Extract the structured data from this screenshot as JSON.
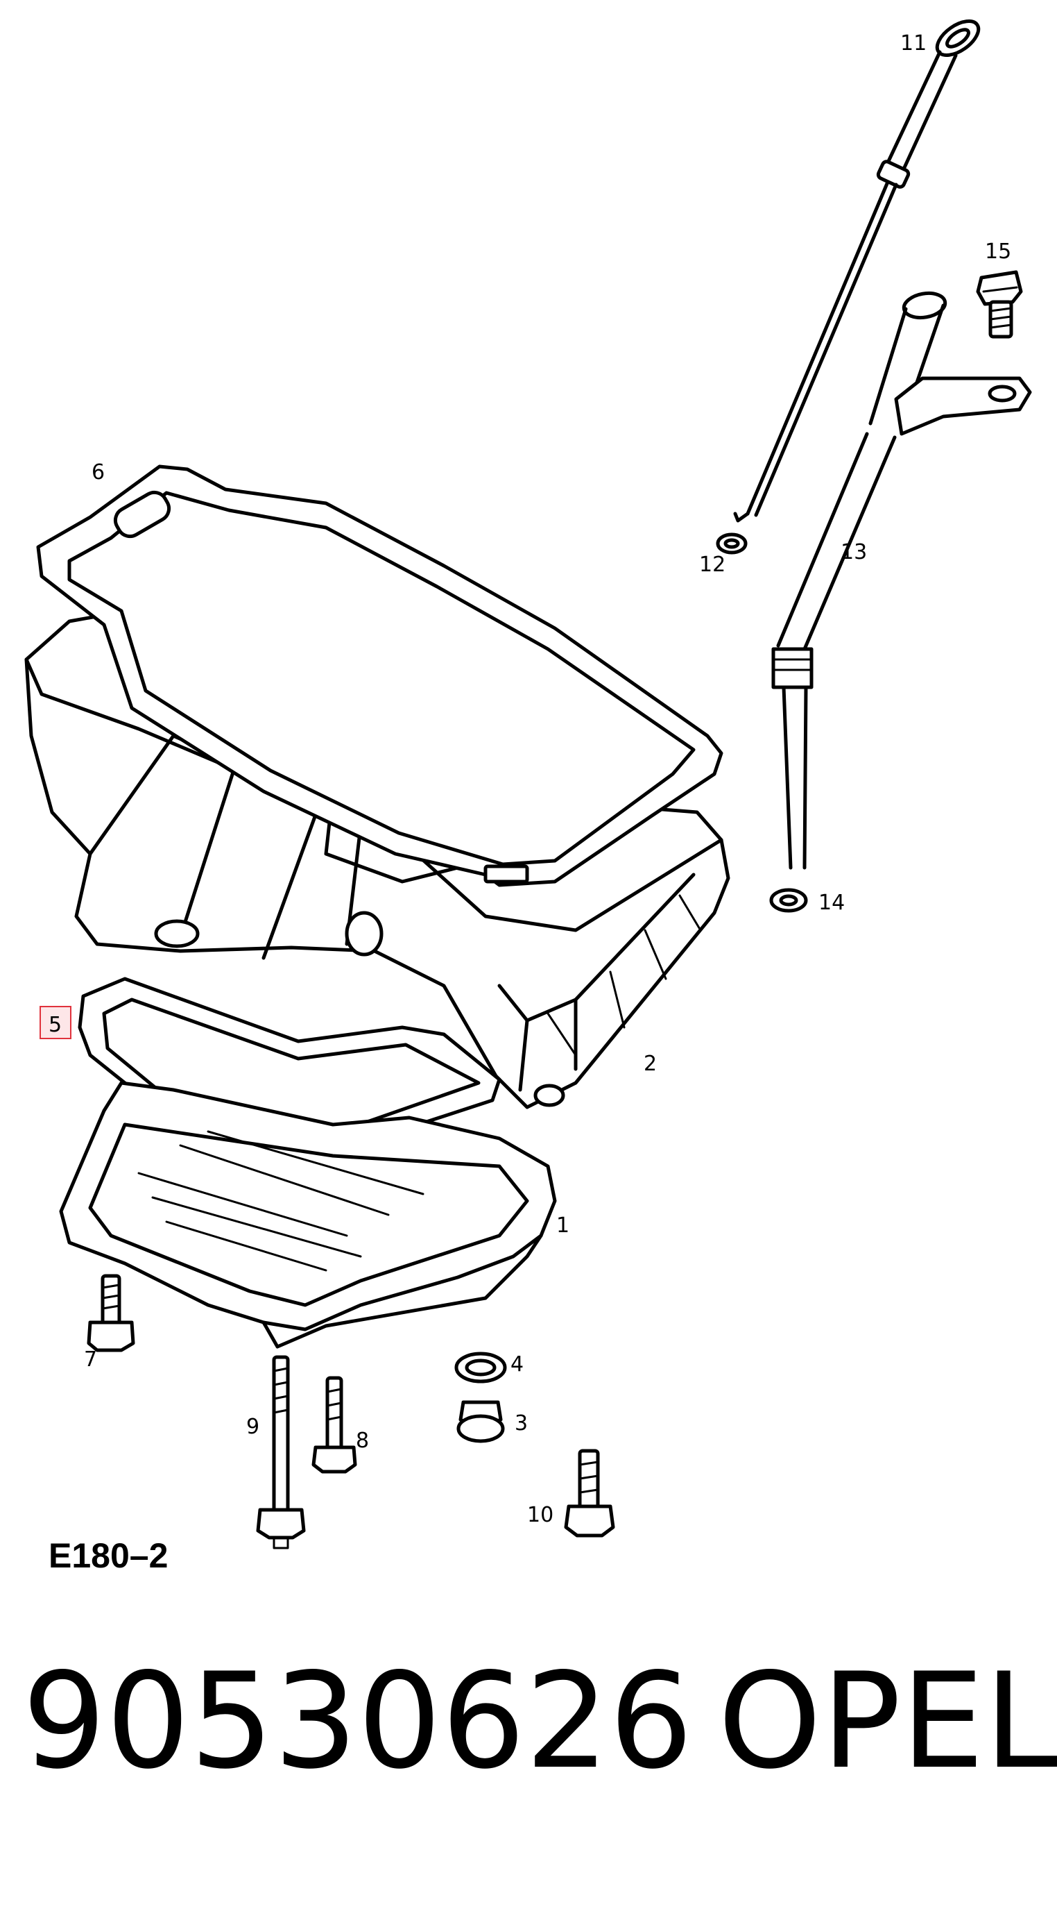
{
  "diagram": {
    "code": "E180–2",
    "callouts": {
      "1": "1",
      "2": "2",
      "3": "3",
      "4": "4",
      "5": "5",
      "6": "6",
      "7": "7",
      "8": "8",
      "9": "9",
      "10": "10",
      "11": "11",
      "12": "12",
      "13": "13",
      "14": "14",
      "15": "15"
    },
    "highlight": {
      "callout": "5",
      "color": "#e0323c"
    }
  },
  "footer": {
    "part_number": "90530626",
    "brand": "OPEL"
  }
}
